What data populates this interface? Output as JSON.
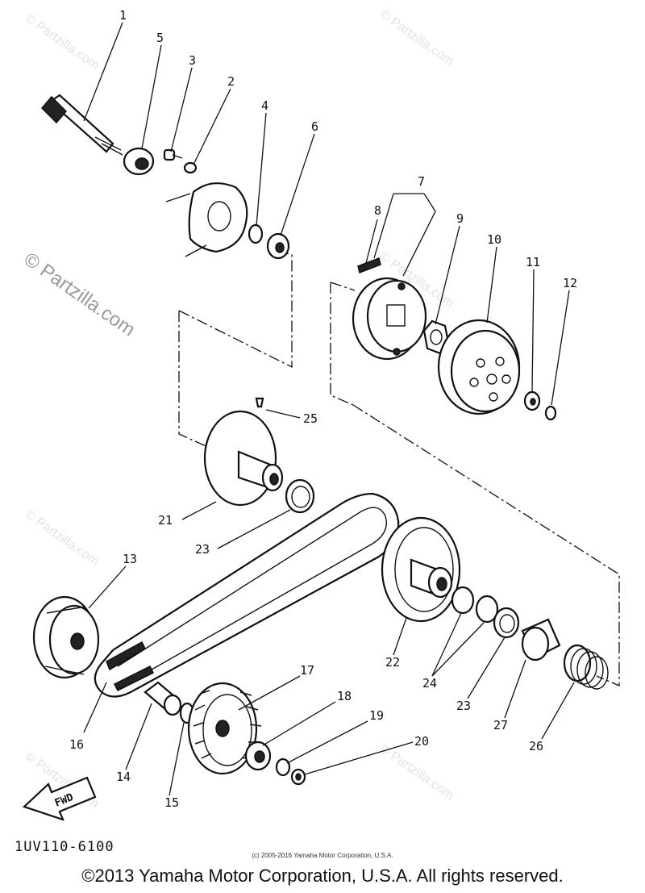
{
  "watermark": "© Partzilla.com",
  "labels": {
    "p1": "1",
    "p2": "2",
    "p3": "3",
    "p4": "4",
    "p5": "5",
    "p6": "6",
    "p7": "7",
    "p8": "8",
    "p9": "9",
    "p10": "10",
    "p11": "11",
    "p12": "12",
    "p13": "13",
    "p14": "14",
    "p15": "15",
    "p16": "16",
    "p17": "17",
    "p18": "18",
    "p19": "19",
    "p20": "20",
    "p21": "21",
    "p22": "22",
    "p23a": "23",
    "p23b": "23",
    "p24": "24",
    "p25": "25",
    "p26": "26",
    "p27": "27"
  },
  "fwd_label": "FWD",
  "diagram_code": "1UV110-6100",
  "copyright_small": "(c) 2005-2016 Yamaha Motor Corporation, U.S.A.",
  "copyright_main": "©2013 Yamaha Motor Corporation, U.S.A. All rights reserved."
}
